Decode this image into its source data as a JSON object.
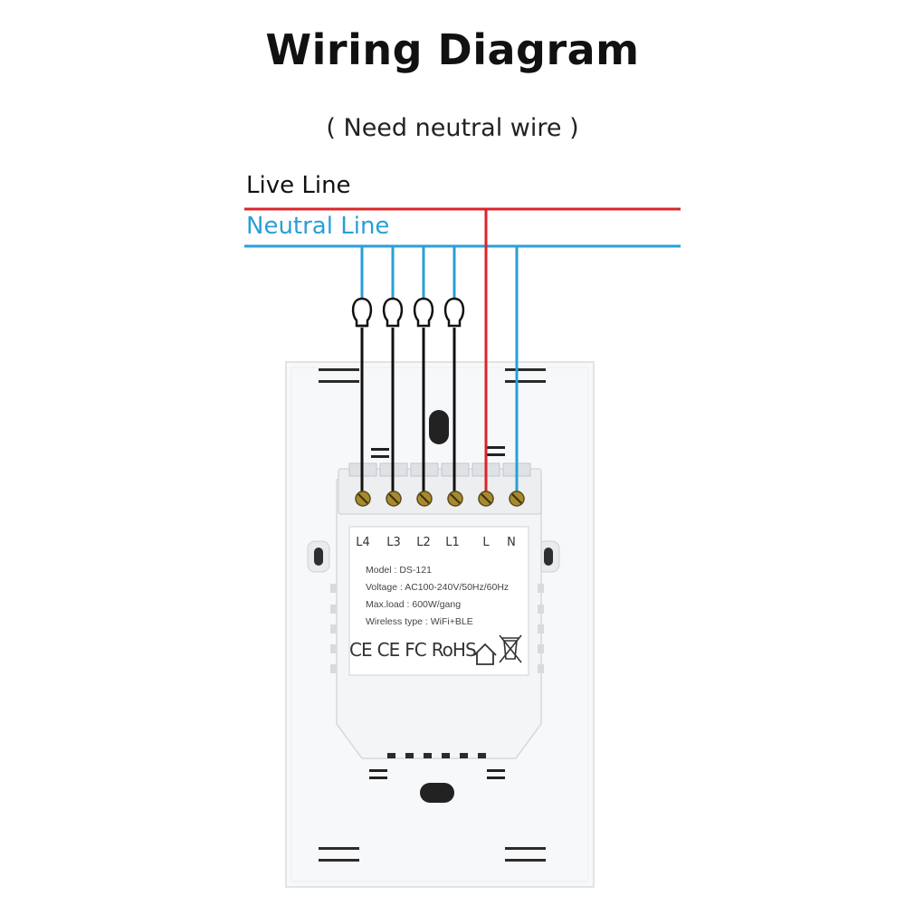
{
  "title": "Wiring Diagram",
  "subtitle": "( Need neutral wire )",
  "lines": {
    "live": "Live Line",
    "neutral": "Neutral Line"
  },
  "colors": {
    "live": "#d9252a",
    "neutral": "#2a9fd6",
    "load_wire": "#111111"
  },
  "terminals": [
    "L4",
    "L3",
    "L2",
    "L1",
    "L",
    "N"
  ],
  "label": {
    "model": "Model : DS-121",
    "voltage": "Voltage : AC100-240V/50Hz/60Hz",
    "max_load": "Max.load : 600W/gang",
    "wireless": "Wireless type : WiFi+BLE"
  },
  "marks": {
    "ce": "CE",
    "ce2": "CE",
    "fc": "FC",
    "rohs": "RoHS"
  },
  "icons": [
    "bulb-icon",
    "bulb-icon",
    "bulb-icon",
    "bulb-icon",
    "house-icon",
    "weee-bin-icon"
  ]
}
